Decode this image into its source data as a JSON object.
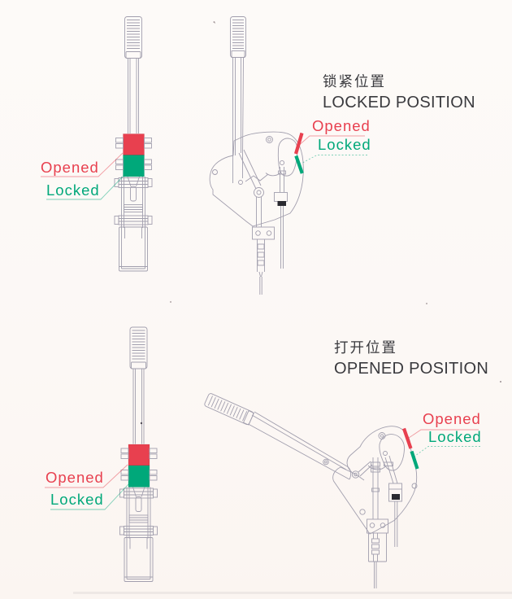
{
  "colors": {
    "opened": "#e8404f",
    "locked": "#00a87a",
    "line": "#a29fae",
    "title": "#3a3a3e",
    "background": "#fcf8f5"
  },
  "labels": {
    "opened": "Opened",
    "locked": "Locked"
  },
  "sections": [
    {
      "id": "locked-position",
      "title_zh": "锁紧位置",
      "title_en": "LOCKED POSITION"
    },
    {
      "id": "opened-position",
      "title_zh": "打开位置",
      "title_en": "OPENED POSITION"
    }
  ]
}
